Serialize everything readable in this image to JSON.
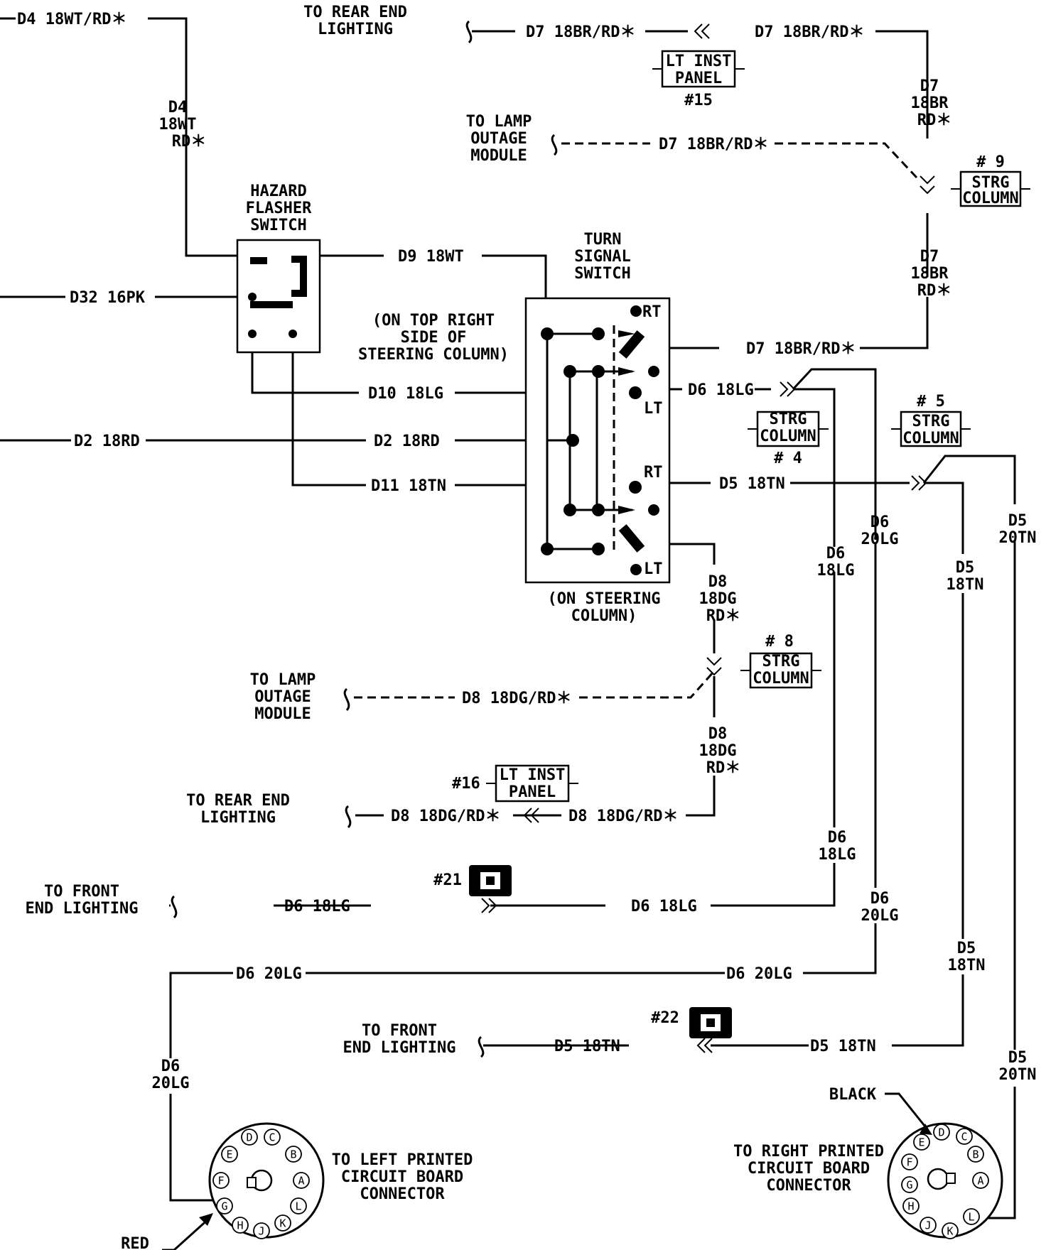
{
  "labels": {
    "to_rear_end_lighting_top": [
      "TO REAR END",
      "LIGHTING"
    ],
    "to_rear_end_lighting_mid": [
      "TO REAR END",
      "LIGHTING"
    ],
    "to_lamp_outage_top": [
      "TO LAMP",
      "OUTAGE",
      "MODULE"
    ],
    "to_lamp_outage_mid": [
      "TO LAMP",
      "OUTAGE",
      "MODULE"
    ],
    "to_front_end_lighting_left": [
      "TO FRONT",
      "END LIGHTING"
    ],
    "to_front_end_lighting_right": [
      "TO FRONT",
      "END LIGHTING"
    ],
    "hazard_flasher_switch": [
      "HAZARD",
      "FLASHER",
      "SWITCH"
    ],
    "turn_signal_switch": [
      "TURN",
      "SIGNAL",
      "SWITCH"
    ],
    "on_top_right_note": [
      "(ON TOP RIGHT",
      "SIDE OF",
      "STEERING COLUMN)"
    ],
    "on_steering_column_note": [
      "(ON STEERING",
      "COLUMN)"
    ],
    "left_pcb_connector": [
      "TO LEFT PRINTED",
      "CIRCUIT BOARD",
      "CONNECTOR"
    ],
    "right_pcb_connector": [
      "TO RIGHT PRINTED",
      "CIRCUIT BOARD",
      "CONNECTOR"
    ],
    "red": "RED",
    "black": "BLACK",
    "switch_rt_top": "RT",
    "switch_lt_top": "LT",
    "switch_rt_bottom": "RT",
    "switch_lt_bottom": "LT"
  },
  "wires": {
    "d4_top": "D4 18WT/RD＊",
    "d4_vertical": [
      "D4",
      "18WT",
      "RD＊"
    ],
    "d7_top_left": "D7 18BR/RD＊",
    "d7_top_right": "D7 18BR/RD＊",
    "d7_vertical_upper": [
      "D7",
      "18BR",
      "RD＊"
    ],
    "d7_outage": "D7 18BR/RD＊",
    "d7_vertical_lower": [
      "D7",
      "18BR",
      "RD＊"
    ],
    "d7_switch": "D7 18BR/RD＊",
    "d9": "D9 18WT",
    "d32": "D32 16PK",
    "d10": "D10 18LG",
    "d6_switch": "D6 18LG",
    "d2_left": "D2 18RD",
    "d2_mid": "D2 18RD",
    "d11": "D11 18TN",
    "d5_switch": "D5 18TN",
    "d6_vert_a": [
      "D6",
      "20LG"
    ],
    "d6_vert_b": [
      "D6",
      "18LG"
    ],
    "d5_vert_a": [
      "D5",
      "18TN"
    ],
    "d5_vert_b": [
      "D5",
      "20TN"
    ],
    "d8_vert_upper": [
      "D8",
      "18DG",
      "RD＊"
    ],
    "d8_outage": "D8 18DG/RD＊",
    "d8_vert_lower": [
      "D8",
      "18DG",
      "RD＊"
    ],
    "d8_rear_left": "D8 18DG/RD＊",
    "d8_rear_right": "D8 18DG/RD＊",
    "d6_vert_c": [
      "D6",
      "18LG"
    ],
    "d6_front_left": "D6 18LG",
    "d6_front_right": "D6 18LG",
    "d6_vert_d": [
      "D6",
      "20LG"
    ],
    "d6_20_left": "D6 20LG",
    "d6_20_right": "D6 20LG",
    "d5_vert_c": [
      "D5",
      "18TN"
    ],
    "d5_front_left": "D5 18TN",
    "d5_front_right": "D5 18TN",
    "d6_vert_e": [
      "D6",
      "20LG"
    ],
    "d5_vert_d": [
      "D5",
      "20TN"
    ]
  },
  "connectors": {
    "lt_inst_15": {
      "text": [
        "LT INST",
        "PANEL"
      ],
      "num": "#15"
    },
    "lt_inst_16": {
      "text": [
        "LT INST",
        "PANEL"
      ],
      "num": "#16"
    },
    "strg_9": {
      "text": [
        "STRG",
        "COLUMN"
      ],
      "num": "# 9"
    },
    "strg_4": {
      "text": [
        "STRG",
        "COLUMN"
      ],
      "num": "# 4"
    },
    "strg_5": {
      "text": [
        "STRG",
        "COLUMN"
      ],
      "num": "# 5"
    },
    "strg_8": {
      "text": [
        "STRG",
        "COLUMN"
      ],
      "num": "# 8"
    },
    "splice_21": "#21",
    "splice_22": "#22"
  },
  "pins": [
    "A",
    "B",
    "C",
    "D",
    "E",
    "F",
    "G",
    "H",
    "J",
    "K",
    "L"
  ]
}
